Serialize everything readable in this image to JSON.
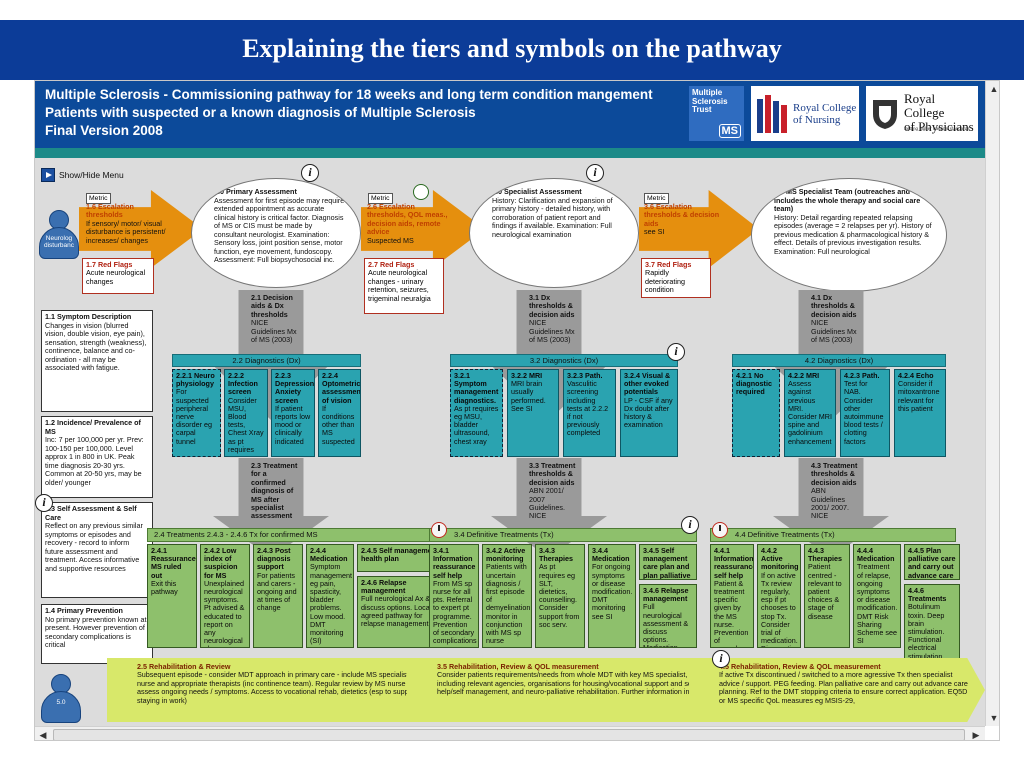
{
  "slide": {
    "title": "Explaining the tiers and symbols on the pathway"
  },
  "header": {
    "line1": "Multiple Sclerosis - Commissioning pathway for 18 weeks and long term condition mangement",
    "line2": "Patients with suspected or a known diagnosis of Multiple Sclerosis",
    "line3": "Final Version 2008",
    "logos": {
      "mst_line1": "Multiple",
      "mst_line2": "Sclerosis",
      "mst_line3": "Trust",
      "mst_ms": "MS",
      "rcn_line1": "Royal College",
      "rcn_line2": "of Nursing",
      "rcp_line1": "Royal College",
      "rcp_line2": "of Physicians",
      "rcp_tagline": "Setting higher medical standards"
    }
  },
  "menu": {
    "label": "Show/Hide Menu"
  },
  "person_label_1": "Neurolog disturbanc",
  "person_label_2": "5.0",
  "left_boxes": {
    "b11_title": "1.1 Symptom Description",
    "b11_text": "Changes in vision (blurred vision, double vision, eye pain), sensation, strength (weakness), continence, balance and co-ordination - all may be associated with fatigue.",
    "b12_title": "1.2 Incidence/ Prevalence of MS",
    "b12_text": "Inc: 7 per 100,000 per yr. Prev: 100-150 per 100,000. Level approx 1 in 800 in UK. Peak time diagnosis 20-30 yrs. Common at 20-50 yrs, may be older/ younger",
    "b13_title": "1.3 Self Assessment & Self Care",
    "b13_text": "Reflect on any previous similar symptoms or episodes and recovery - record to inform future assessment and treatment. Access informative and supportive resources",
    "b14_title": "1.4 Primary Prevention",
    "b14_text": "No primary prevention known at present. However prevention of secondary complications is critical"
  },
  "metric_label": "Metric",
  "tier1": {
    "esc_title": "1.6 Escalation thresholds",
    "esc_text": "If sensory/ motor/ visual disturbance is persistent/ increases/ changes",
    "flag_title": "1.7 Red Flags",
    "flag_text": "Acute neurological changes"
  },
  "tier2": {
    "assess_title": "2.0 Primary Assessment",
    "assess_text": "Assessment for first episode may require extended appointment as accurate clinical history is critical factor. Diagnosis of MS or CIS must be made by consultant neurologist. Examination: Sensory loss, joint position sense, motor function, eye movement, fundoscopy. Assessment: Full biopsychosocial inc.",
    "esc_title": "2.6 Escalation thresholds, QOL meas., decision aids, remote advice",
    "esc_text": "Suspected MS",
    "flag_title": "2.7 Red Flags",
    "flag_text": "Acute neurological changes - urinary retention, seizures, trigeminal neuralgia",
    "dx_arrow_title": "2.1 Decision aids & Dx thresholds",
    "dx_arrow_text": "NICE Guidelines Mx of MS (2003)",
    "dx_bar": "2.2 Diagnostics (Dx)",
    "dx": [
      {
        "title": "2.2.1 Neuro physiology",
        "text": "For suspected peripheral nerve disorder eg carpal tunnel"
      },
      {
        "title": "2.2.2 Infection screen",
        "text": "Consider MSU, Blood tests, Chest Xray as pt requires"
      },
      {
        "title": "2.2.3 Depression/ Anxiety screen",
        "text": "If patient reports low mood or clinically indicated"
      },
      {
        "title": "2.2.4 Optometric assessment of vision",
        "text": "If conditions other than MS suspected"
      }
    ],
    "tx_arrow_title": "2.3 Treatment for a confirmed diagnosis of MS after specialist assessment",
    "tx_bar": "2.4 Treatments 2.4.3 - 2.4.6 Tx for confirmed MS",
    "tx": [
      {
        "title": "2.4.1 Reassurance MS ruled out",
        "text": "Exit this pathway"
      },
      {
        "title": "2.4.2 Low index of suspicion for MS",
        "text": "Unexplained neurological symptoms. Pt advised & educated to report on any neurological changes"
      },
      {
        "title": "2.4.3 Post diagnosis support",
        "text": "For patients and carers - ongoing and at times of change"
      },
      {
        "title": "2.4.4 Medication",
        "text": "Symptom management eg pain, spasticity, bladder problems. Low mood. DMT monitoring (SI)"
      },
      {
        "title": "2.4.5 Self management health plan",
        "text": ""
      },
      {
        "title": "2.4.6 Relapse management",
        "text": "Full neurological Ax & discuss options. Locally agreed pathway for relapse management"
      }
    ],
    "rehab_title": "2.5 Rehabilitation & Review",
    "rehab_text": "Subsequent episode - consider MDT approach in primary care - include MS specialist nurse and appropriate therapists (inc continence team). Regular review by MS nurse to assess ongoing needs / symptoms. Access to vocational rehab, dietetics (esp to support staying in work)"
  },
  "tier3": {
    "assess_title": "3.0 Specialist Assessment",
    "assess_text": "History: Clarification and expansion of primary history - detailed history, with corroboration of patient report and findings if available. Examination: Full neurological examination",
    "esc_title": "3.6 Escalation thresholds & decision aids",
    "esc_text": "see SI",
    "flag_title": "3.7 Red Flags",
    "flag_text": "Rapidly deteriorating condition",
    "dx_arrow_title": "3.1 Dx thresholds & decision aids",
    "dx_arrow_text": "NICE Guidelines Mx of MS (2003)",
    "dx_bar": "3.2 Diagnostics (Dx)",
    "dx": [
      {
        "title": "3.2.1 Symptom management diagnostics.",
        "text": "As pt requires eg MSU, bladder ultrasound, chest xray"
      },
      {
        "title": "3.2.2 MRI",
        "text": "MRI brain usually performed. See SI"
      },
      {
        "title": "3.2.3 Path.",
        "text": "Vasculitic screening including tests at 2.2.2 if not previously completed"
      },
      {
        "title": "3.2.4 Visual & other evoked potentials",
        "text": "LP - CSF if any Dx doubt after history & examination"
      }
    ],
    "tx_arrow_title": "3.3 Treatment thresholds & decision aids",
    "tx_arrow_text": "ABN 2001/ 2007 Guidelines. NICE",
    "tx_bar": "3.4 Definitive Treatments (Tx)",
    "tx": [
      {
        "title": "3.4.1 Information reassurance self help",
        "text": "From MS sp nurse for all pts. Referral to expert pt programme. Prevention of secondary complications"
      },
      {
        "title": "3.4.2 Active monitoring",
        "text": "Patients with uncertain diagnosis / first episode of demyelination monitor in conjunction with MS sp nurse"
      },
      {
        "title": "3.4.3 Therapies",
        "text": "As pt requires eg SLT, dietetics, counselling. Consider support from soc serv."
      },
      {
        "title": "3.4.4 Medication",
        "text": "For ongoing symptoms or disease modification. DMT monitoring see SI"
      },
      {
        "title": "3.4.5 Self management care plan and plan palliative",
        "text": ""
      },
      {
        "title": "3.4.6 Relapse management",
        "text": "Full neurological assessment & discuss options. Medication - DMT monitoring see SI"
      }
    ],
    "rehab_title": "3.5 Rehabilitation, Review & QOL measurement",
    "rehab_text": "Consider patients requirements/needs from whole MDT with key MS specialist, including relevant agencies, organisations for housing/vocational support and self help/self management, and neuro-palliative rehabilitation. Further information in SI."
  },
  "tier4": {
    "assess_title": "4.0 MS Specialist Team (outreaches and includes the whole therapy and social care team)",
    "assess_text": "History: Detail regarding repeated relapsing episodes (average = 2 relapses per yr). History of previous medication & pharmacological history & effect. Details of previous investigation results. Examination: Full neurological",
    "dx_arrow_title": "4.1 Dx thresholds & decision aids",
    "dx_arrow_text": "NICE Guidelines Mx of MS (2003)",
    "dx_bar": "4.2 Diagnostics (Dx)",
    "dx": [
      {
        "title": "4.2.1 No diagnostic required",
        "text": ""
      },
      {
        "title": "4.2.2 MRI",
        "text": "Assess against previous MRI. Consider MRI spine and gadolinium enhancement"
      },
      {
        "title": "4.2.3 Path.",
        "text": "Test for NAB. Consider other autoimmune blood tests / clotting factors"
      },
      {
        "title": "4.2.4 Echo",
        "text": "Consider if mitoxantrone relevant for this patient"
      }
    ],
    "tx_arrow_title": "4.3 Treatment thresholds & decision aids",
    "tx_arrow_text": "ABN Guidelines 2001/ 2007. NICE",
    "tx_bar": "4.4 Definitive Treatments (Tx)",
    "tx": [
      {
        "title": "4.4.1 Information reassurance self help",
        "text": "Patient & treatment specific given by the MS nurse. Prevention of secondary complications"
      },
      {
        "title": "4.4.2 Active monitoring",
        "text": "If on active Tx review regularly, esp if pt chooses to stop Tx. Consider trial of medication. Diagnostic"
      },
      {
        "title": "4.4.3 Therapies",
        "text": "Patient centred - relevant to patient choices & stage of disease"
      },
      {
        "title": "4.4.4 Medication",
        "text": "Treatment of relapse, ongoing symptoms or disease modification. DMT Risk Sharing Scheme see SI"
      },
      {
        "title": "4.4.5 Plan palliative care and carry out advance care",
        "text": ""
      },
      {
        "title": "4.4.6 Treatments",
        "text": "Botulinum toxin. Deep brain stimulation. Functional electrical stimulation. Supra-pubic catheter"
      }
    ],
    "rehab_title": "4.5 Rehabilitation, Review & QOL measurement",
    "rehab_text": "If active Tx discontinued / switched to a more agressive Tx then specialist advice / support. PEG feeding. Plan palliative care and carry out advance care planning. Ref to the DMT stopping criteria to ensure correct application. EQ5D or MS specific QoL measures eg MSIS-29,"
  },
  "icons": {
    "info": "i"
  }
}
